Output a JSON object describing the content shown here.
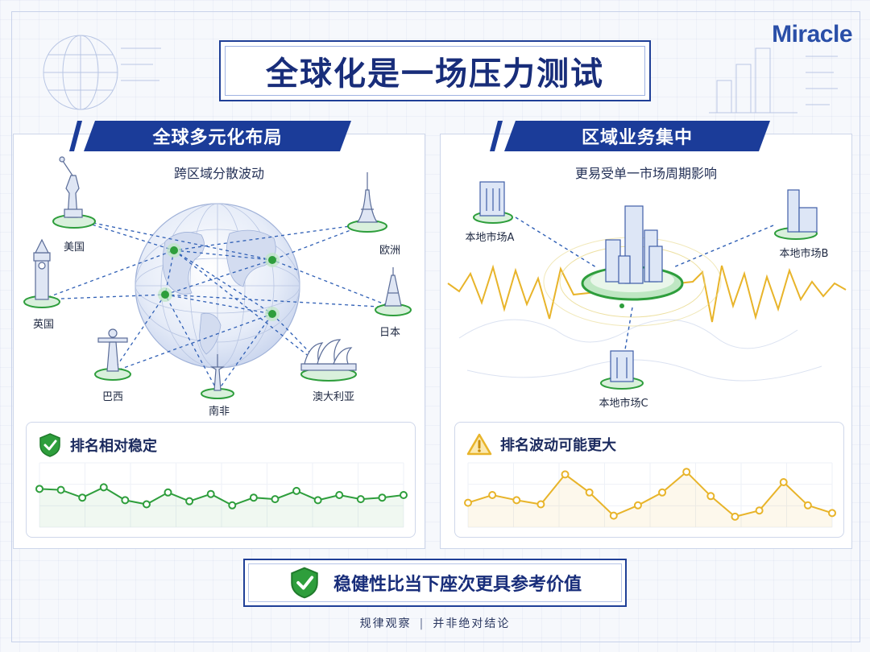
{
  "brand": {
    "logo_text": "Miracle"
  },
  "title": "全球化是一场压力测试",
  "left_panel": {
    "banner": "全球多元化布局",
    "subtitle": "跨区域分散波动",
    "locations": [
      {
        "label": "美国",
        "icon": "statue-of-liberty-icon"
      },
      {
        "label": "英国",
        "icon": "big-ben-icon"
      },
      {
        "label": "巴西",
        "icon": "christ-the-redeemer-icon"
      },
      {
        "label": "南非",
        "icon": "tower-icon"
      },
      {
        "label": "澳大利亚",
        "icon": "sydney-opera-house-icon"
      },
      {
        "label": "日本",
        "icon": "tokyo-tower-icon"
      },
      {
        "label": "欧洲",
        "icon": "eiffel-tower-icon"
      }
    ],
    "card": {
      "title": "排名相对稳定",
      "icon": "shield-check-icon",
      "color": "#2e9e3c",
      "trend": [
        0.62,
        0.6,
        0.45,
        0.65,
        0.4,
        0.32,
        0.55,
        0.38,
        0.52,
        0.3,
        0.45,
        0.42,
        0.58,
        0.4,
        0.5,
        0.42,
        0.45,
        0.5
      ]
    }
  },
  "right_panel": {
    "banner": "区域业务集中",
    "subtitle": "更易受单一市场周期影响",
    "markets": [
      {
        "label": "本地市场A",
        "icon": "building-icon"
      },
      {
        "label": "本地市场B",
        "icon": "building-icon"
      },
      {
        "label": "本地市场C",
        "icon": "building-icon"
      }
    ],
    "hub_icon": "city-skyline-icon",
    "card": {
      "title": "排名波动可能更大",
      "icon": "warning-icon",
      "color": "#e8b42a",
      "trend": [
        0.35,
        0.5,
        0.4,
        0.32,
        0.9,
        0.55,
        0.1,
        0.3,
        0.55,
        0.95,
        0.48,
        0.08,
        0.2,
        0.75,
        0.3,
        0.15
      ]
    }
  },
  "conclusion": {
    "text": "稳健性比当下座次更具参考价值",
    "icon": "shield-check-icon",
    "color": "#2e9e3c"
  },
  "footer": {
    "left": "规律观察",
    "separator": "|",
    "right": "并非绝对结论"
  },
  "colors": {
    "navy": "#1b3c99",
    "green": "#2e9e3c",
    "yellow": "#e8b42a",
    "dot_link": "#2f5fb5"
  }
}
